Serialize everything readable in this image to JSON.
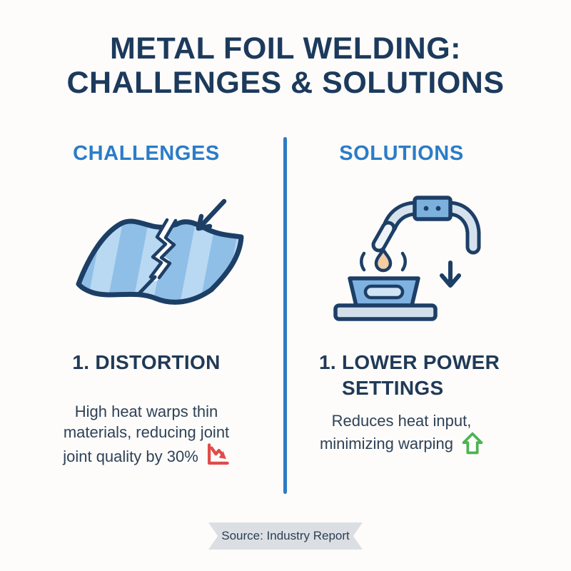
{
  "title": {
    "line1": "METAL FOIL WELDING:",
    "line2": "CHALLENGES & SOLUTIONS"
  },
  "columns": {
    "challenges": {
      "header": "CHALLENGES",
      "icon": "cracked-foil-icon",
      "heading": "1. DISTORTION",
      "body_lines": {
        "0": "High heat warps thin",
        "1": "materials, reducing joint",
        "2": "joint quality by 30%"
      },
      "trend_icon": "declining-chart-icon"
    },
    "solutions": {
      "header": "SOLUTIONS",
      "icon": "welding-torch-icon",
      "heading_line1": "1. LOWER POWER",
      "heading_line2": "SETTINGS",
      "body_lines": {
        "0": "Reduces heat input,",
        "1": "minimizing warping"
      },
      "trend_icon": "up-arrow-icon"
    }
  },
  "footer": {
    "source": "Source: Industry Report"
  },
  "colors": {
    "background": "#fdfcfa",
    "title_navy": "#1c3a5c",
    "header_blue": "#2b7cc8",
    "divider_blue": "#2e7bc4",
    "body_text": "#2e4257",
    "icon_outline_navy": "#1d3f66",
    "foil_blue": "#8fbfe7",
    "foil_stripe_light": "#b9d8f2",
    "torch_tube": "#d5e2ed",
    "torch_handle": "#7cb1de",
    "workpiece_blue": "#7fb2e1",
    "droplet_tan": "#f4cda4",
    "decline_red": "#e04b4b",
    "up_green": "#4db353",
    "ribbon_gray": "#dbdfe3"
  }
}
